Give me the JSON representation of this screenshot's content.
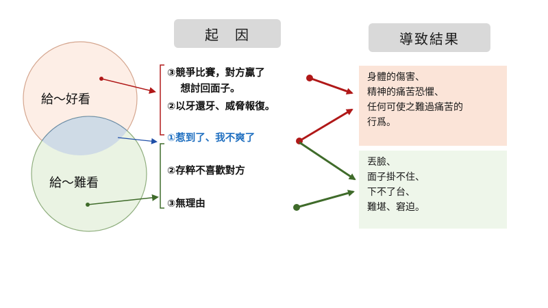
{
  "headers": {
    "cause": "起　因",
    "result": "導致結果"
  },
  "circles": {
    "top_label": "給～好看",
    "bottom_label": "給～難看"
  },
  "causes": {
    "group_a": [
      "③競爭比賽，對方贏了",
      "　 想討回面子。",
      "②以牙還牙、威脅報復。"
    ],
    "pivot": "①惹到了、我不爽了",
    "group_b": [
      "②存粹不喜歡對方",
      "③無理由"
    ]
  },
  "results": {
    "top": [
      "身體的傷害、",
      "精神的痛苦恐懼、",
      "任何可使之難過痛苦的",
      "行爲。"
    ],
    "bottom": [
      "丟臉、",
      "面子掛不住、",
      "下不了台、",
      "難堪、窘迫。"
    ]
  },
  "colors": {
    "header_bg": "#d9d9d9",
    "top_circle_fill": "#fdeee6",
    "top_circle_stroke": "#d4a58e",
    "bottom_circle_fill": "#eaf3e3",
    "bottom_circle_stroke": "#8fae7e",
    "overlap_fill": "#cfdbe6",
    "red_arrow": "#b01818",
    "green_arrow": "#3f6b2a",
    "blue_arrow": "#1f4fa8",
    "pivot_text": "#1f6fc0",
    "result_top_bg": "#fbe4d8",
    "result_bottom_bg": "#eef6ea"
  }
}
